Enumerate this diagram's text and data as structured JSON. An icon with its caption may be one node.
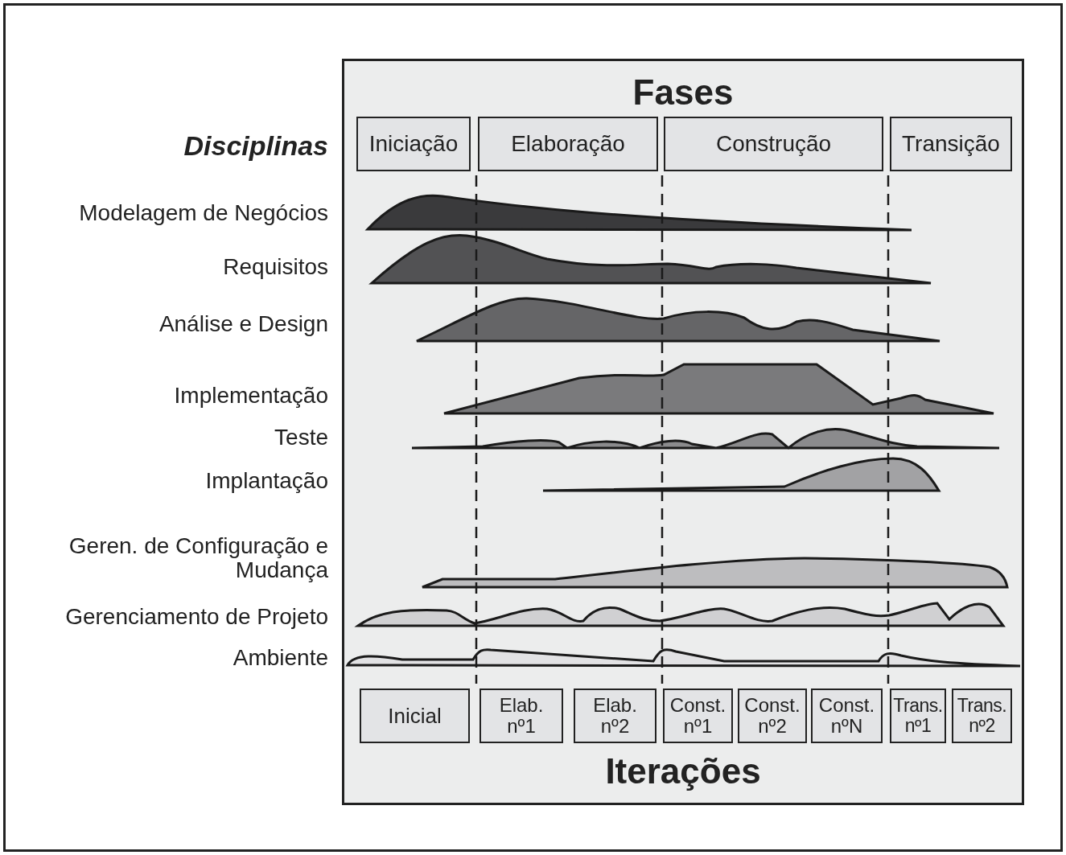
{
  "diagram": {
    "nodes": [
      {
        "text": [
          "Fases",
          "Iterações"
        ]
      },
      {
        "text": [
          "Iniciação"
        ],
        "in": 0
      },
      {
        "text": [
          "Elaboração"
        ],
        "in": 0
      },
      {
        "text": [
          "Construção"
        ],
        "in": 0
      },
      {
        "text": [
          "Transição"
        ],
        "in": 0
      },
      {
        "text": [
          "Inicial"
        ],
        "in": 0
      },
      {
        "text": [
          "Elab. nº1"
        ],
        "in": 0
      },
      {
        "text": [
          "Elab. nº2"
        ],
        "in": 0
      },
      {
        "text": [
          "Const. nº1"
        ],
        "in": 0
      },
      {
        "text": [
          "Const. nº2"
        ],
        "in": 0
      },
      {
        "text": [
          "Const. nºN"
        ],
        "in": 0
      },
      {
        "text": [
          "Trans. nº1"
        ],
        "in": 0
      },
      {
        "text": [
          "Trans. nº2"
        ],
        "in": 0
      }
    ],
    "labels": [
      "Disciplinas",
      "Modelagem de Negócios",
      "Requisitos",
      "Análise e Design",
      "Implementação",
      "Teste",
      "Implantação",
      "Geren. de Configuração e Mudança",
      "Gerenciamento de Projeto",
      "Ambiente"
    ]
  }
}
